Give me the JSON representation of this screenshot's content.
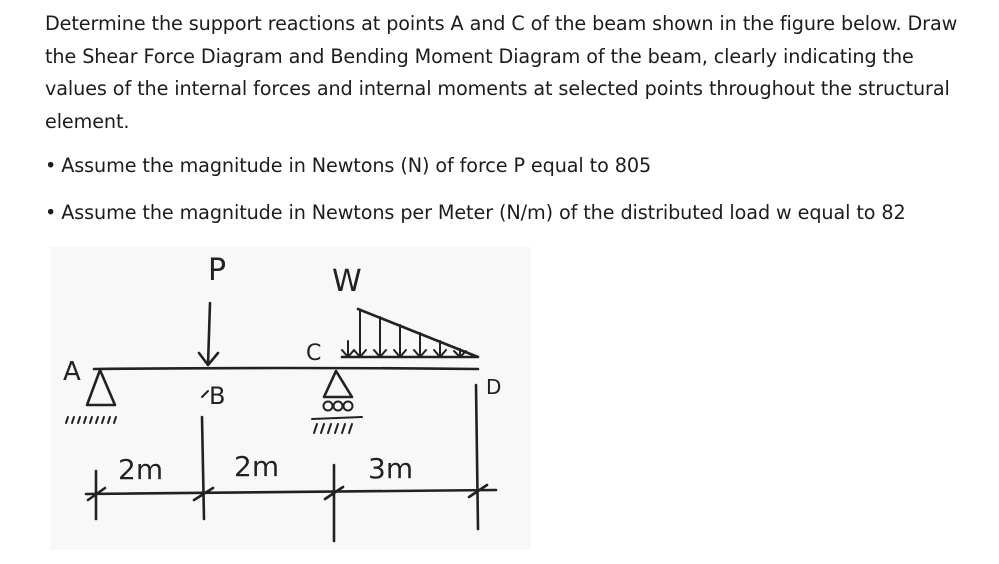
{
  "problem": {
    "paragraph": "Determine the support reactions at points A and C of the beam shown in the figure below. Draw the Shear Force Diagram and Bending Moment Diagram of the beam, clearly indicating the values of the internal forces and internal moments at selected points throughout the structural element.",
    "bullets": [
      "Assume the magnitude in Newtons (N) of force P equal to 805",
      "Assume the magnitude in Newtons per Meter (N/m) of the distributed load w equal to 82"
    ],
    "bullet_mark": "•"
  },
  "figure": {
    "labels": {
      "load_p": "P",
      "load_w": "W",
      "point_a": "A",
      "point_b": "B",
      "point_c": "C",
      "point_d": "D"
    },
    "dimensions": [
      "2m",
      "2m",
      "3m"
    ]
  }
}
